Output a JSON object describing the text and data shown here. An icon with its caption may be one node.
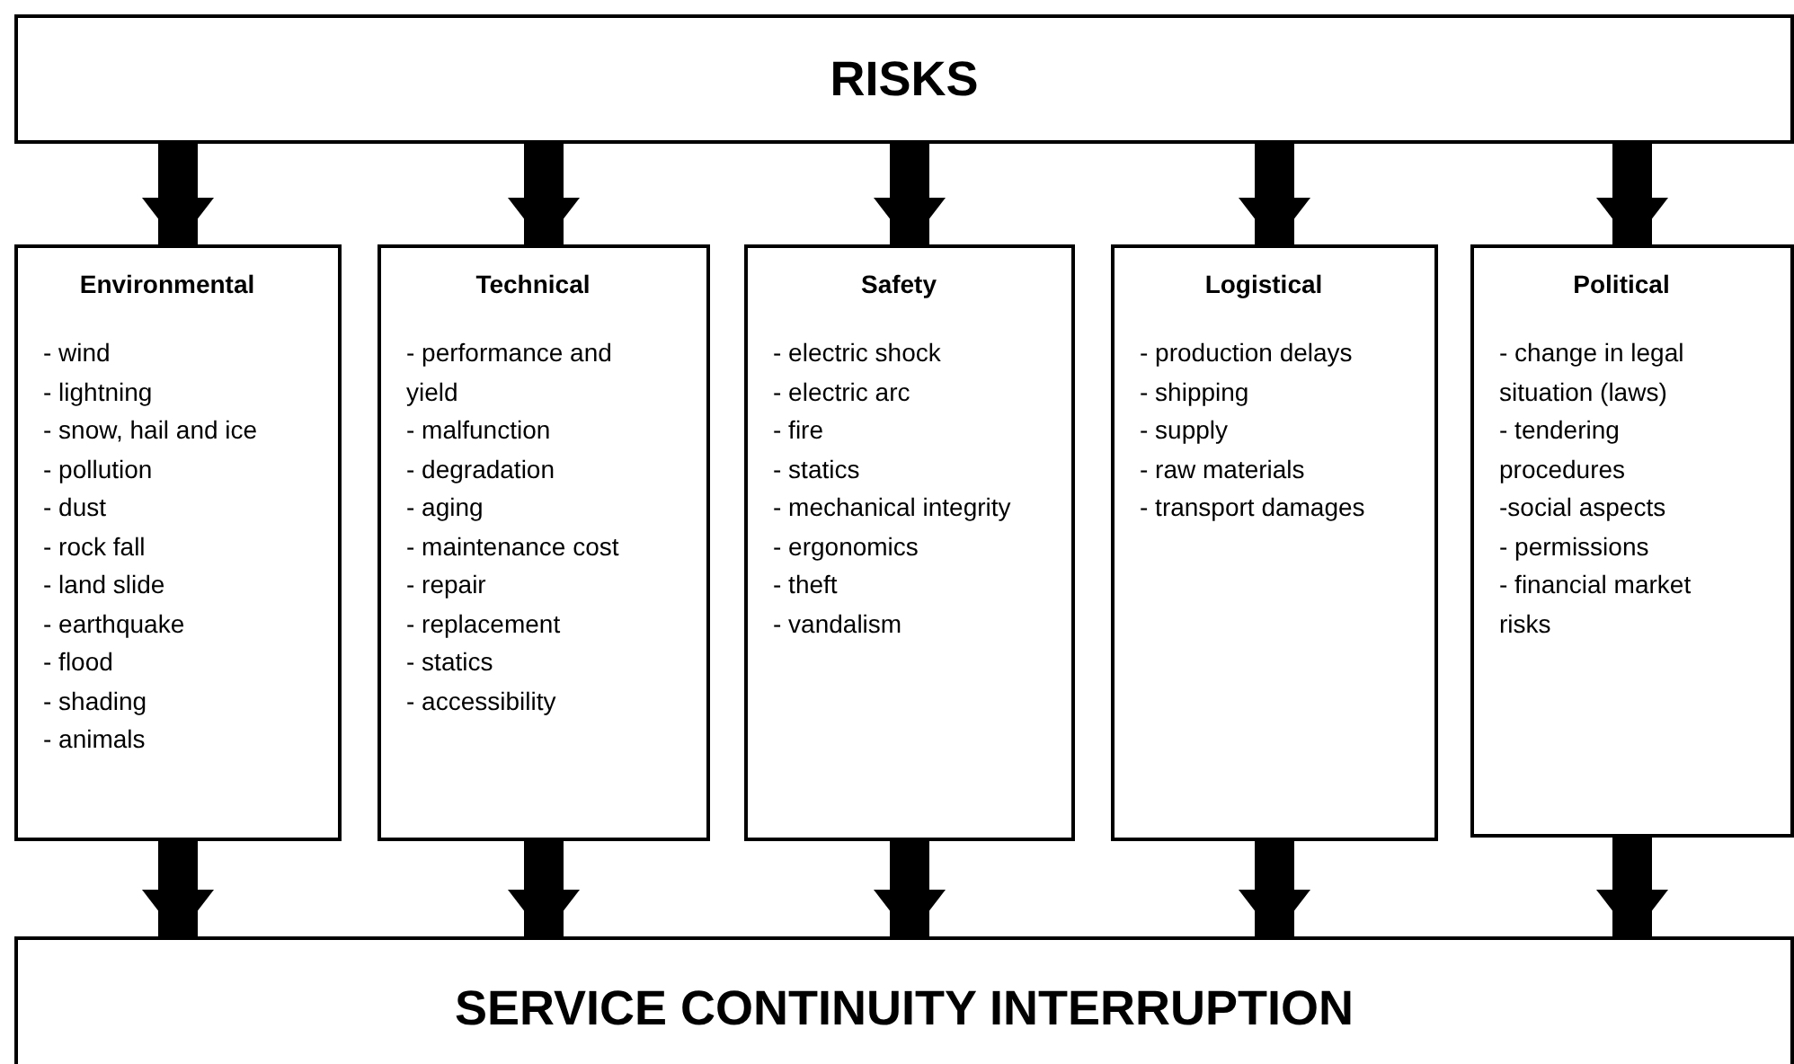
{
  "diagram": {
    "nodes": [
      {
        "text": [
          "RISKS"
        ]
      },
      {
        "text": [
          "Environmental",
          "- wind",
          "- lightning",
          "- snow, hail and ice",
          "- pollution",
          "- dust",
          "- rock fall",
          "- land slide",
          "- earthquake",
          "- flood",
          "- shading",
          "- animals"
        ]
      },
      {
        "text": [
          "Technical",
          "- performance and yield",
          "- malfunction",
          "- degradation",
          "- aging",
          "- maintenance cost",
          "- repair",
          "- replacement",
          "- statics",
          "- accessibility"
        ]
      },
      {
        "text": [
          "Safety",
          "- electric shock",
          "- electric arc",
          "- fire",
          "- statics",
          "- mechanical integrity",
          "- ergonomics",
          "- theft",
          "- vandalism"
        ]
      },
      {
        "text": [
          "Logistical",
          "- production delays",
          "- shipping",
          "- supply",
          "- raw materials",
          "- transport damages"
        ]
      },
      {
        "text": [
          "Political",
          "- change in legal situation (laws)",
          "- tendering procedures",
          "-social aspects",
          "- permissions",
          "- financial market risks"
        ]
      },
      {
        "text": [
          "SERVICE CONTINUITY INTERRUPTION"
        ]
      }
    ],
    "edges": [
      {
        "from": 0,
        "to": 1,
        "arrow": "to"
      },
      {
        "from": 0,
        "to": 2,
        "arrow": "to"
      },
      {
        "from": 0,
        "to": 3,
        "arrow": "to"
      },
      {
        "from": 0,
        "to": 4,
        "arrow": "to"
      },
      {
        "from": 0,
        "to": 5,
        "arrow": "to"
      },
      {
        "from": 1,
        "to": 6,
        "arrow": "to"
      },
      {
        "from": 2,
        "to": 6,
        "arrow": "to"
      },
      {
        "from": 3,
        "to": 6,
        "arrow": "to"
      },
      {
        "from": 4,
        "to": 6,
        "arrow": "to"
      },
      {
        "from": 5,
        "to": 6,
        "arrow": "to"
      }
    ]
  }
}
